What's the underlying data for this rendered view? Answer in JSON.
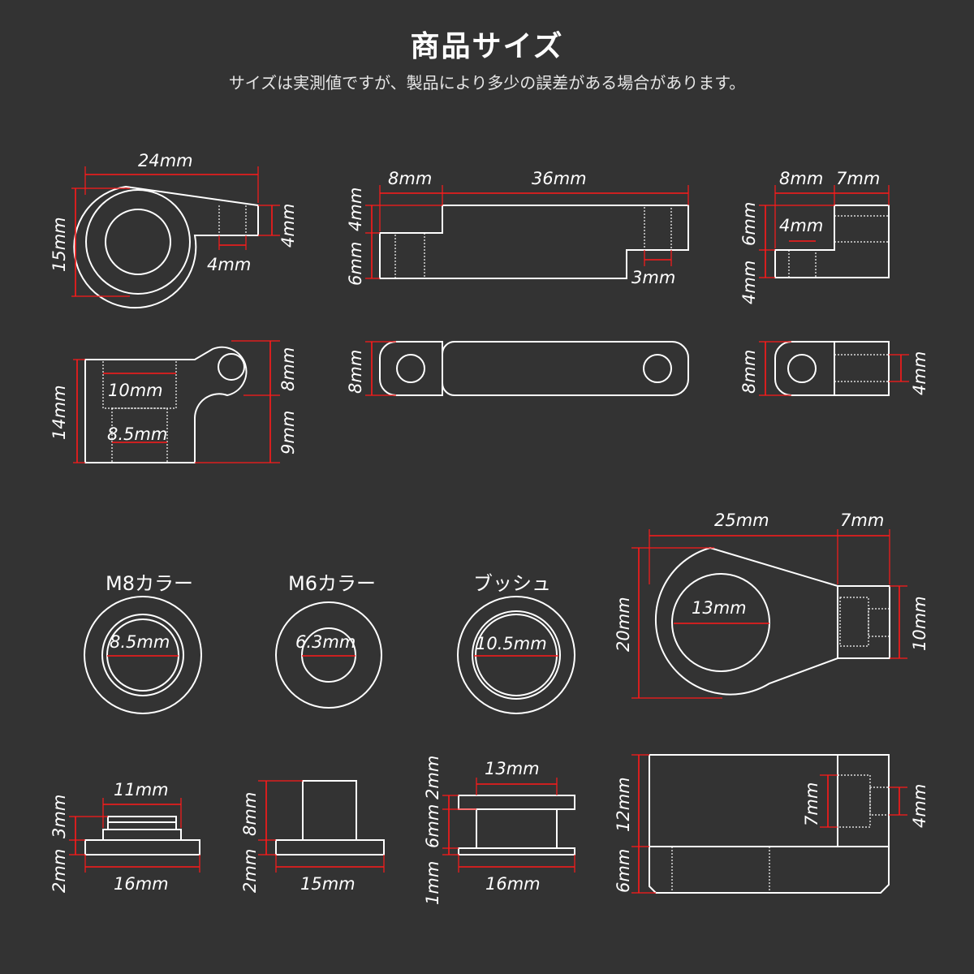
{
  "header": {
    "title": "商品サイズ",
    "subtitle": "サイズは実測値ですが、製品により多少の誤差がある場合があります。"
  },
  "parts": {
    "m8_label": "M8カラー",
    "m6_label": "M6カラー",
    "bush_label": "ブッシュ"
  },
  "dims": {
    "d24": "24mm",
    "d15": "15mm",
    "d4a": "4mm",
    "d4b": "4mm",
    "d10": "10mm",
    "d85": "8.5mm",
    "d14": "14mm",
    "d8a": "8mm",
    "d9": "9mm",
    "d8b": "8mm",
    "d36": "36mm",
    "d4c": "4mm",
    "d6a": "6mm",
    "d3a": "3mm",
    "d8c": "8mm",
    "d8d": "8mm",
    "d7a": "7mm",
    "d4d": "4mm",
    "d6b": "6mm",
    "d4e": "4mm",
    "d8e": "8mm",
    "d4f": "4mm",
    "m8_id": "8.5mm",
    "m6_id": "6.3mm",
    "bush_id": "10.5mm",
    "d25": "25mm",
    "d7b": "7mm",
    "d13a": "13mm",
    "d20": "20mm",
    "d10b": "10mm",
    "m8_11": "11mm",
    "m8_3": "3mm",
    "m8_2": "2mm",
    "m8_16": "16mm",
    "m6_8": "8mm",
    "m6_2": "2mm",
    "m6_15": "15mm",
    "b_13": "13mm",
    "b_2": "2mm",
    "b_6": "6mm",
    "b_1": "1mm",
    "b_16": "16mm",
    "l_12": "12mm",
    "l_6": "6mm",
    "l_7": "7mm",
    "l_4": "4mm"
  }
}
